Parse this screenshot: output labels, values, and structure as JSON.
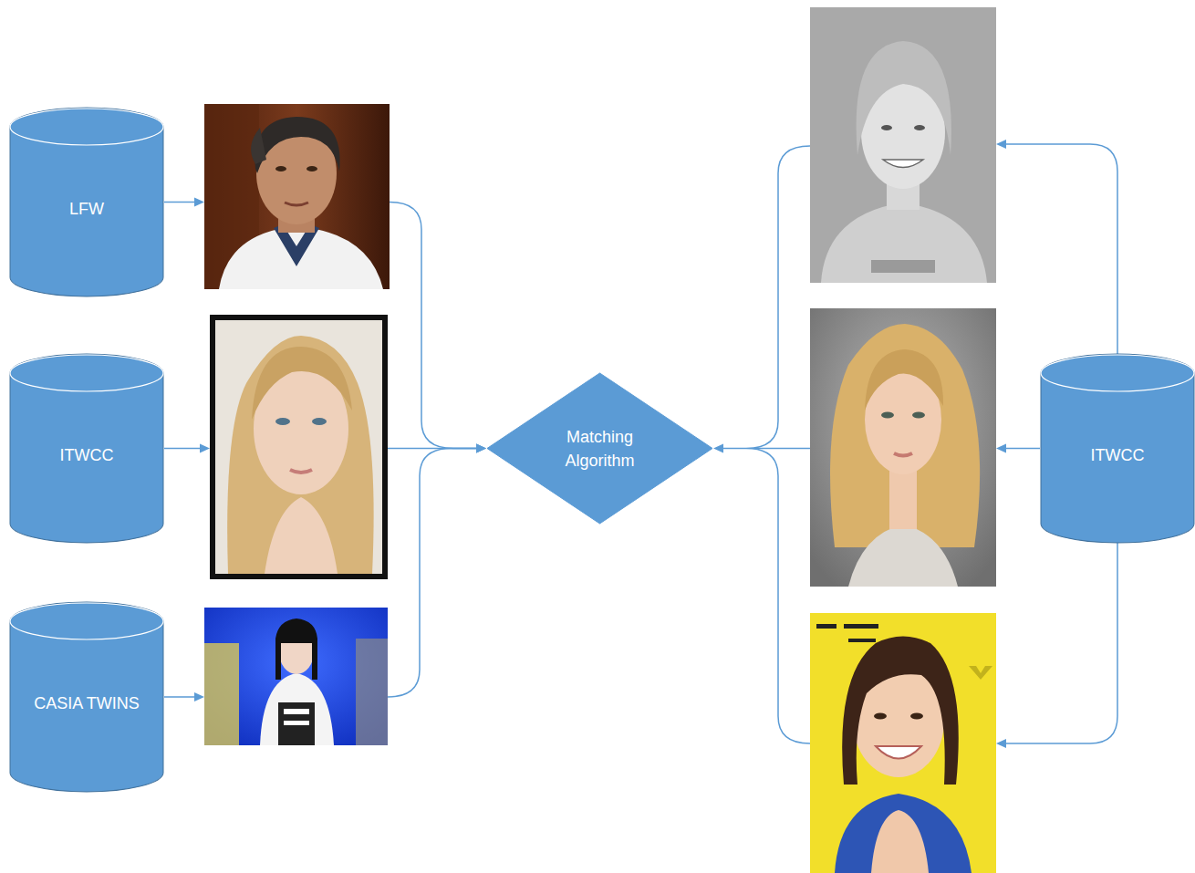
{
  "diagram": {
    "nodes": [
      {
        "text": [
          "LFW"
        ]
      },
      {
        "text": [
          "ITWCC"
        ]
      },
      {
        "text": [
          "CASIA TWINS"
        ]
      },
      {
        "text": [
          "Matching Algorithm"
        ]
      },
      {
        "text": [
          "ITWCC"
        ]
      }
    ],
    "edges": [
      {
        "from": 0,
        "to": 3,
        "arrow": "to"
      },
      {
        "from": 1,
        "to": 3,
        "arrow": "to"
      },
      {
        "from": 2,
        "to": 3,
        "arrow": "to"
      },
      {
        "from": 4,
        "to": 3,
        "arrow": "to"
      }
    ]
  }
}
